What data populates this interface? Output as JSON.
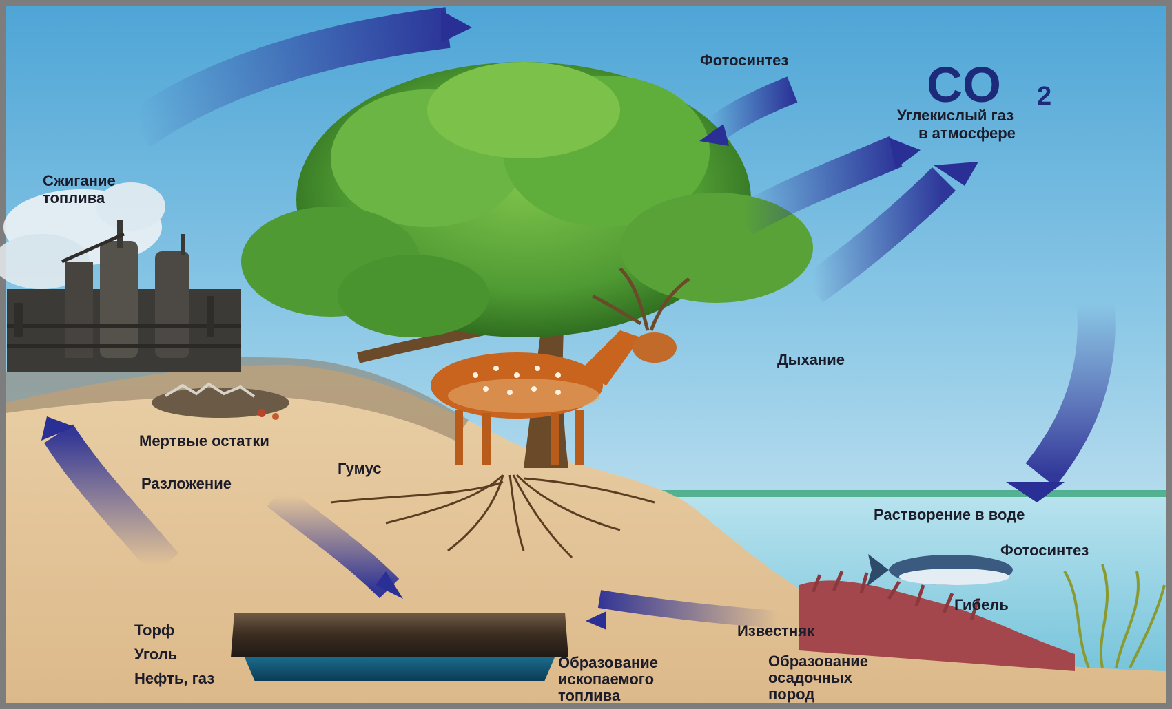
{
  "labels": {
    "photosynthesis_top": "Фотосинтез",
    "co2_main": "CO",
    "co2_sub": "2",
    "co2_line1": "Углекислый газ",
    "co2_line2": "в атмосфере",
    "burning_line1": "Сжигание",
    "burning_line2": "топлива",
    "respiration": "Дыхание",
    "dead_remains": "Мертвые остатки",
    "humus": "Гумус",
    "decomposition": "Разложение",
    "dissolution": "Растворение в воде",
    "photosynthesis_sea": "Фотосинтез",
    "death": "Гибель",
    "limestone": "Известняк",
    "peat": "Торф",
    "coal": "Уголь",
    "oil_gas": "Нефть, газ",
    "fossil_line1": "Образование",
    "fossil_line2": "ископаемого",
    "fossil_line3": "топлива",
    "sediment_line1": "Образование",
    "sediment_line2": "осадочных",
    "sediment_line3": "пород"
  },
  "colors": {
    "sky_top": "#4fa6d6",
    "sky_bottom": "#d7ebf4",
    "soil": "#e6c69a",
    "sea": "#8fd0e4",
    "arrow": "#2a2f95",
    "foliage": "#5da63a",
    "trunk": "#6b4a2a",
    "deer": "#c8641e"
  },
  "icons": [
    "factory-icon",
    "tree-icon",
    "deer-icon",
    "fish-icon",
    "coral-icon",
    "seaweed-icon",
    "fossil-layer-icon"
  ]
}
